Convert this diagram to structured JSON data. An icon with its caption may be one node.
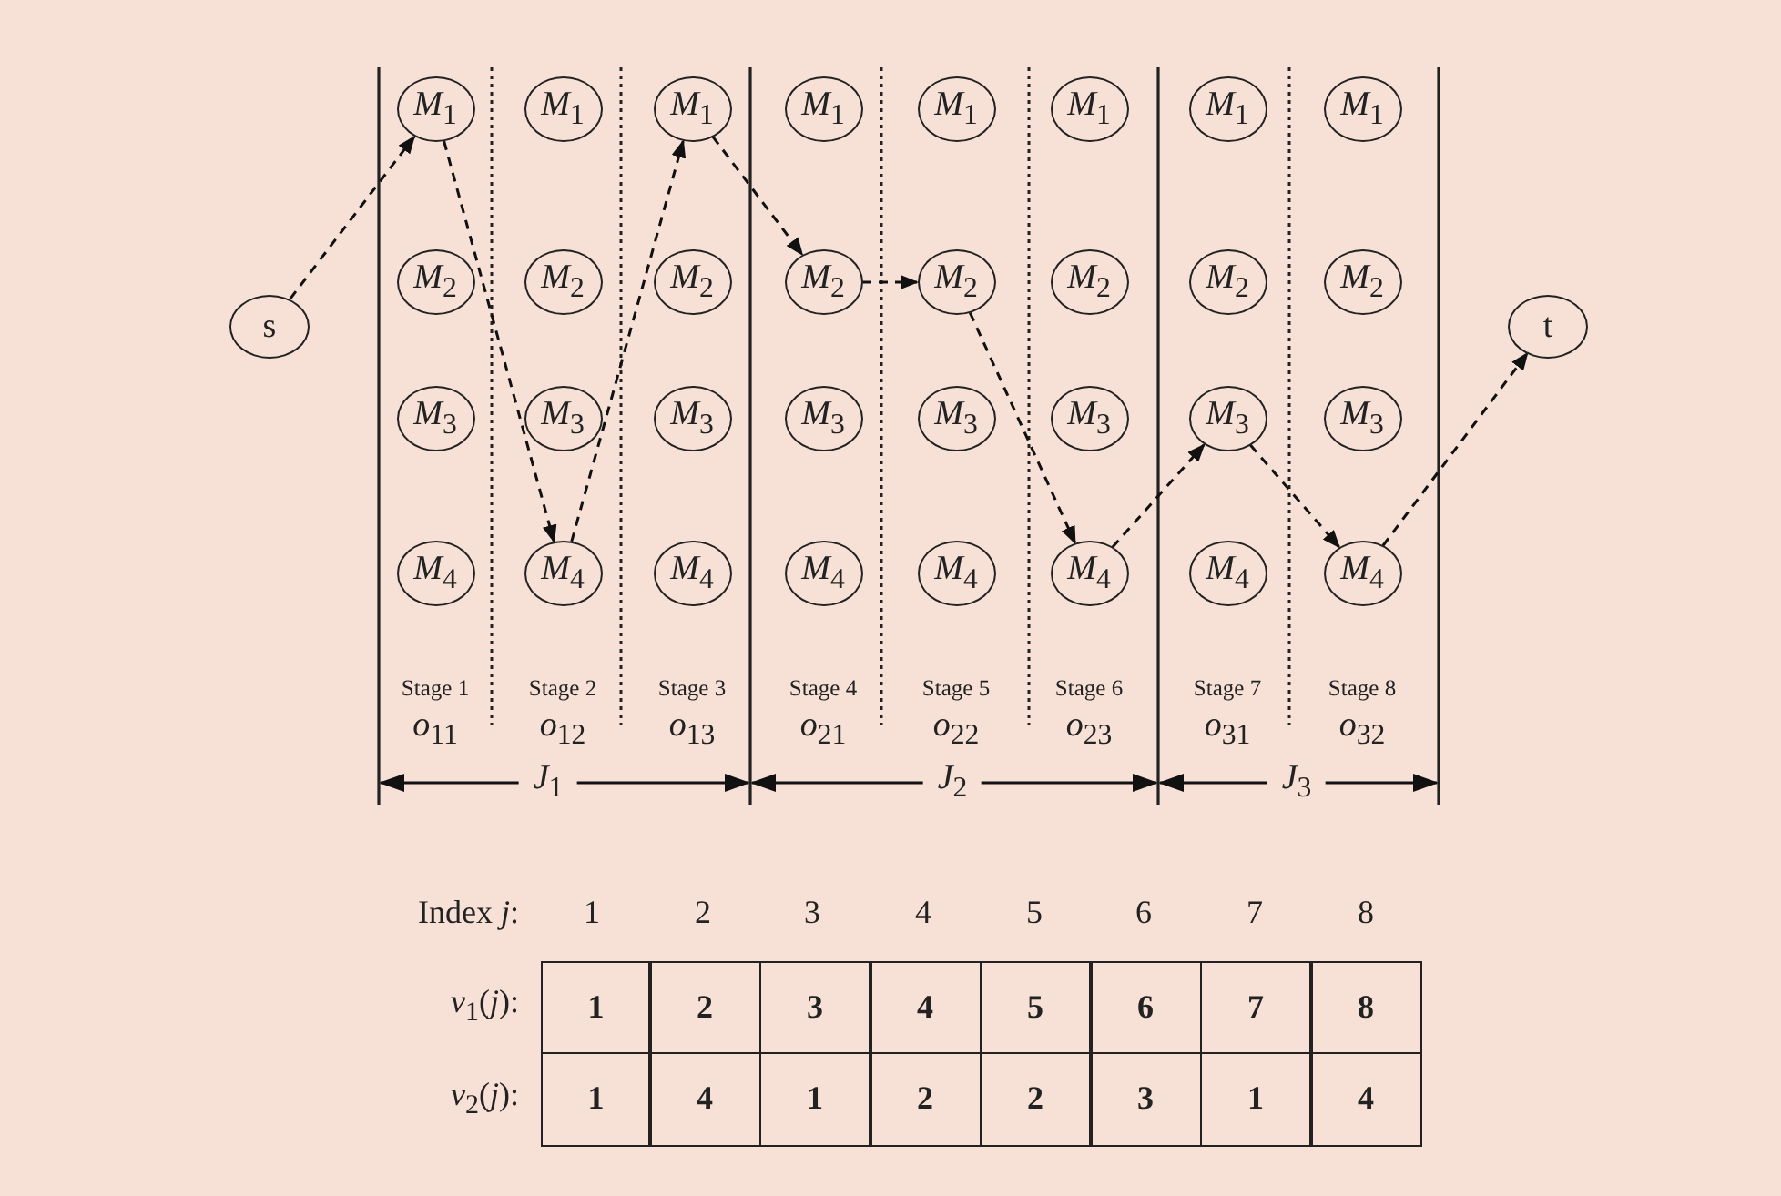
{
  "diagram": {
    "nodes": [
      {
        "text": [
          "s"
        ]
      },
      {
        "text": [
          "*M*$_{1}$"
        ]
      },
      {
        "text": [
          "*M*$_{1}$"
        ]
      },
      {
        "text": [
          "*M*$_{1}$"
        ]
      },
      {
        "text": [
          "*M*$_{1}$"
        ]
      },
      {
        "text": [
          "*M*$_{1}$"
        ]
      },
      {
        "text": [
          "*M*$_{1}$"
        ]
      },
      {
        "text": [
          "*M*$_{1}$"
        ]
      },
      {
        "text": [
          "*M*$_{1}$"
        ]
      },
      {
        "text": [
          "*M*$_{2}$"
        ]
      },
      {
        "text": [
          "*M*$_{2}$"
        ]
      },
      {
        "text": [
          "*M*$_{2}$"
        ]
      },
      {
        "text": [
          "*M*$_{2}$"
        ]
      },
      {
        "text": [
          "*M*$_{2}$"
        ]
      },
      {
        "text": [
          "*M*$_{2}$"
        ]
      },
      {
        "text": [
          "*M*$_{2}$"
        ]
      },
      {
        "text": [
          "*M*$_{2}$"
        ]
      },
      {
        "text": [
          "*M*$_{3}$"
        ]
      },
      {
        "text": [
          "*M*$_{3}$"
        ]
      },
      {
        "text": [
          "*M*$_{3}$"
        ]
      },
      {
        "text": [
          "*M*$_{3}$"
        ]
      },
      {
        "text": [
          "*M*$_{3}$"
        ]
      },
      {
        "text": [
          "*M*$_{3}$"
        ]
      },
      {
        "text": [
          "*M*$_{3}$"
        ]
      },
      {
        "text": [
          "*M*$_{3}$"
        ]
      },
      {
        "text": [
          "*M*$_{4}$"
        ]
      },
      {
        "text": [
          "*M*$_{4}$"
        ]
      },
      {
        "text": [
          "*M*$_{4}$"
        ]
      },
      {
        "text": [
          "*M*$_{4}$"
        ]
      },
      {
        "text": [
          "*M*$_{4}$"
        ]
      },
      {
        "text": [
          "*M*$_{4}$"
        ]
      },
      {
        "text": [
          "*M*$_{4}$"
        ]
      },
      {
        "text": [
          "*M*$_{4}$"
        ]
      },
      {
        "text": [
          "t"
        ]
      }
    ],
    "edges": [
      {
        "from": 0,
        "to": 1,
        "arrow": "to",
        "style": "dashed"
      },
      {
        "from": 1,
        "to": 26,
        "arrow": "to",
        "style": "dashed"
      },
      {
        "from": 26,
        "to": 3,
        "arrow": "to",
        "style": "dashed"
      },
      {
        "from": 3,
        "to": 12,
        "arrow": "to",
        "style": "dashed"
      },
      {
        "from": 12,
        "to": 13,
        "arrow": "to",
        "style": "dashed"
      },
      {
        "from": 13,
        "to": 30,
        "arrow": "to",
        "style": "dashed"
      },
      {
        "from": 30,
        "to": 23,
        "arrow": "to",
        "style": "dashed"
      },
      {
        "from": 23,
        "to": 32,
        "arrow": "to",
        "style": "dashed"
      },
      {
        "from": 32,
        "to": 33,
        "arrow": "to",
        "style": "dashed"
      }
    ],
    "labels": [
      "Stage 1",
      "Stage 2",
      "Stage 3",
      "Stage 4",
      "Stage 5",
      "Stage 6",
      "Stage 7",
      "Stage 8",
      "*o*$_{11}$",
      "*o*$_{12}$",
      "*o*$_{13}$",
      "*o*$_{21}$",
      "*o*$_{22}$",
      "*o*$_{23}$",
      "*o*$_{31}$",
      "*o*$_{32}$",
      "*J*$_{1}$",
      "*J*$_{2}$",
      "*J*$_{3}$",
      "Index *j*:",
      "1",
      "2",
      "3",
      "4",
      "5",
      "6",
      "7",
      "8",
      "*v*$_{1}$(*j*):",
      "1",
      "2",
      "3",
      "4",
      "5",
      "6",
      "7",
      "8",
      "*v*$_{2}$(*j*):",
      "1",
      "4",
      "1",
      "2",
      "2",
      "3",
      "1",
      "4"
    ]
  }
}
